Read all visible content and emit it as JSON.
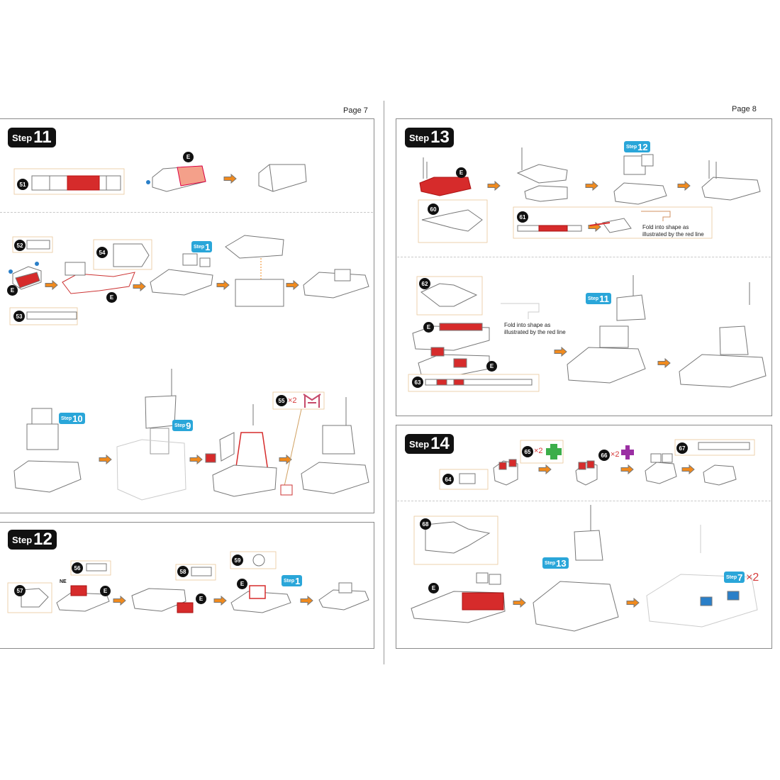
{
  "pages": {
    "left_label": "Page 7",
    "right_label": "Page 8"
  },
  "steps": {
    "s11": {
      "word": "Step",
      "num": "11"
    },
    "s12": {
      "word": "Step",
      "num": "12"
    },
    "s13": {
      "word": "Step",
      "num": "13"
    },
    "s14": {
      "word": "Step",
      "num": "14"
    }
  },
  "parts": {
    "p51": "51",
    "p52": "52",
    "p53": "53",
    "p54": "54",
    "p55": "55",
    "p56": "56",
    "p57": "57",
    "p58": "58",
    "p59": "59",
    "p60": "60",
    "p61": "61",
    "p62": "62",
    "p63": "63",
    "p64": "64",
    "p65": "65",
    "p66": "66",
    "p67": "67",
    "p68": "68"
  },
  "refs": {
    "r1a": {
      "word": "Step",
      "num": "1"
    },
    "r10": {
      "word": "Step",
      "num": "10"
    },
    "r9": {
      "word": "Step",
      "num": "9"
    },
    "r1b": {
      "word": "Step",
      "num": "1"
    },
    "r12": {
      "word": "Step",
      "num": "12"
    },
    "r11": {
      "word": "Step",
      "num": "11"
    },
    "r13": {
      "word": "Step",
      "num": "13"
    },
    "r7": {
      "word": "Step",
      "num": "7"
    }
  },
  "marks": {
    "e": "E",
    "ne": "NE",
    "x2": "×2"
  },
  "notes": {
    "fold1_l1": "Fold into shape as",
    "fold1_l2": "illustrated by the red line",
    "fold2_l1": "Fold into shape as",
    "fold2_l2": "illustrated by the red line"
  },
  "colors": {
    "accent_red": "#d62b2b",
    "arrow_orange": "#f08a1e",
    "ref_blue": "#2aa6d9",
    "part_green": "#3cae4a",
    "part_purple": "#9b2fa3"
  }
}
